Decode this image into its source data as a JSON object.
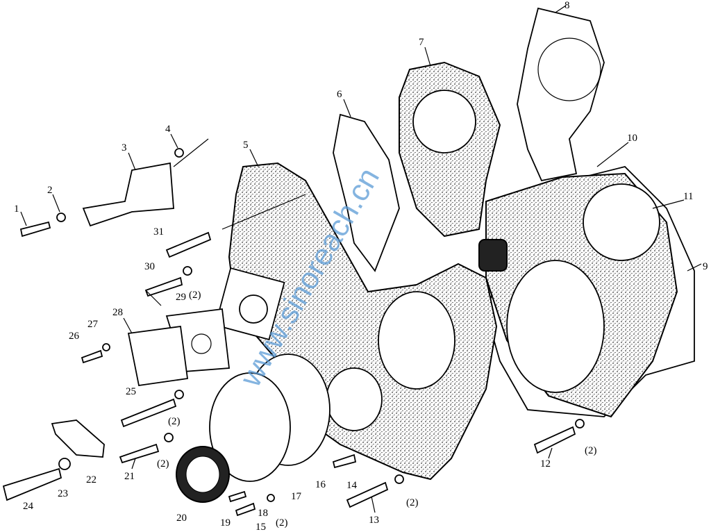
{
  "title": "Timing gear cover exploded parts diagram",
  "watermark": "www.sinoreach.cn",
  "labels": {
    "l1": "1",
    "l2": "2",
    "l3": "3",
    "l4": "4",
    "l5": "5",
    "l6": "6",
    "l7": "7",
    "l8": "8",
    "l9": "9",
    "l10": "10",
    "l11": "11",
    "l12": "12",
    "l13": "13",
    "l14": "14",
    "l15": "15",
    "l16": "16",
    "l17": "17",
    "l18": "18",
    "l19": "19",
    "l20": "20",
    "l21": "21",
    "l22": "22",
    "l23": "23",
    "l24": "24",
    "l25": "25",
    "l26": "26",
    "l27": "27",
    "l28": "28",
    "l29": "29",
    "l30": "30",
    "l31": "31",
    "q_a": "(2)",
    "q_b": "(2)",
    "q_c": "(2)",
    "q_d": "(2)",
    "q_e": "(2)",
    "q_f": "(2)"
  }
}
